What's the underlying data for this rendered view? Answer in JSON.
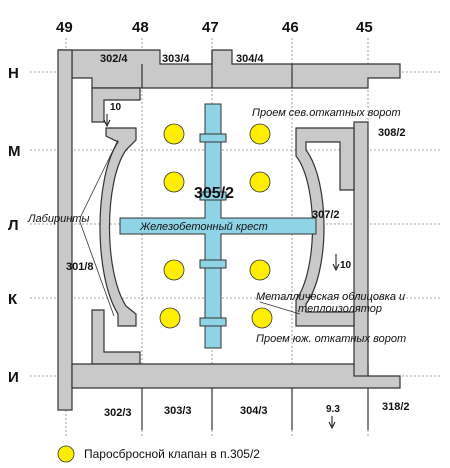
{
  "axes_top": [
    "49",
    "48",
    "47",
    "46",
    "45"
  ],
  "axes_left": [
    "Н",
    "М",
    "Л",
    "К",
    "И"
  ],
  "rooms": {
    "r302_4": "302/4",
    "r303_4": "303/4",
    "r304_4": "304/4",
    "r308_2": "308/2",
    "r305_2": "305/2",
    "r307_2": "307/2",
    "r301_8": "301/8",
    "r302_3": "302/3",
    "r303_3": "303/3",
    "r304_3": "304/3",
    "r318_2": "318/2"
  },
  "marks": {
    "mark_10_top": "10",
    "mark_10_right": "10",
    "mark_9_3": "9.3"
  },
  "annotations": {
    "north_gate": "Проем сев.откатных ворот",
    "south_gate": "Проем юж. откатных ворот",
    "cross": "Железобетонный крест",
    "labyrinths": "Лабиринты",
    "cladding_line1": "Металлическая облицовка и",
    "cladding_line2": "теплоизолятор"
  },
  "legend": {
    "valve_label": "Паросбросной клапан в п.305/2",
    "valve_color": "#ffee00"
  },
  "colors": {
    "cross_fill": "#8fd3e6",
    "wall_fill": "#c9c9c9"
  }
}
